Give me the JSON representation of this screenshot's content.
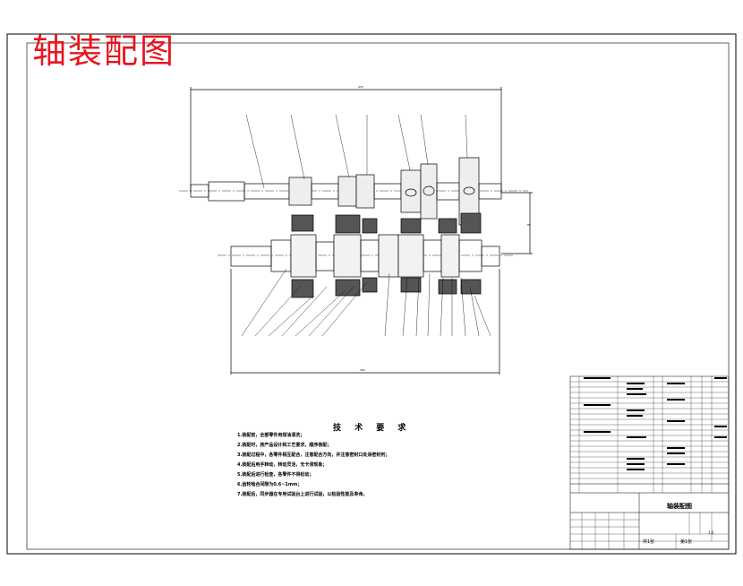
{
  "drawing": {
    "title": "轴装配图"
  },
  "technical_requirements": {
    "heading": "技 术 要 求",
    "items": [
      "1.装配前，全部零件用煤油清洗；",
      "2.装配时，按产品设计和工艺要求，顺序装配；",
      "3.装配过程中，各零件相互配合，注意配合方向，并注意密封口处涂密封剂；",
      "4.装配后用手转动，转动灵活，无卡滞现象；",
      "5.装配后进行检查，各零件不得松动；",
      "6.齿轮啮合间隙为0.6~1mm；",
      "7.装配后，同步器在专用试验台上进行试验，以检验性能及寿命。"
    ]
  },
  "title_block": {
    "drawing_name": "轴装配图",
    "scale": "1:2",
    "sheets_total": "共1张",
    "sheet_number": "第1张"
  },
  "colors": {
    "title_red": "#e8141e",
    "line": "#000000",
    "background": "#ffffff"
  }
}
